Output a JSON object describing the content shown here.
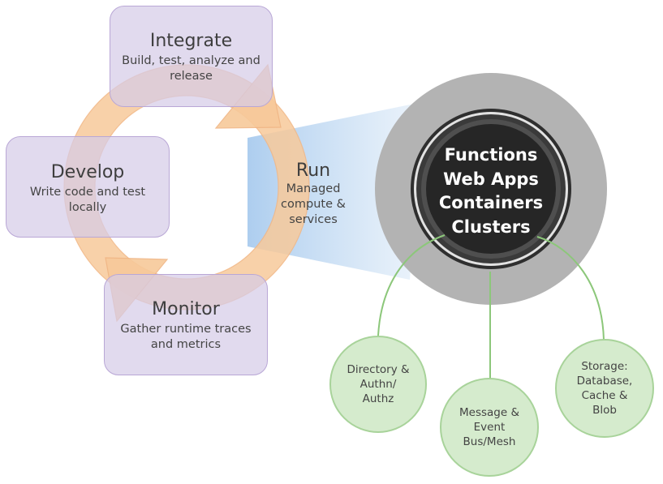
{
  "stages": {
    "integrate": {
      "title": "Integrate",
      "description": "Build, test, analyze and release"
    },
    "develop": {
      "title": "Develop",
      "description": "Write code and test locally"
    },
    "monitor": {
      "title": "Monitor",
      "description": "Gather runtime traces and metrics"
    },
    "run": {
      "title": "Run",
      "description": "Managed compute & services"
    }
  },
  "compute_core": {
    "items": [
      "Functions",
      "Web Apps",
      "Containers",
      "Clusters"
    ]
  },
  "services": [
    {
      "label": "Directory & Authn/ Authz"
    },
    {
      "label": "Message & Event Bus/Mesh"
    },
    {
      "label": "Storage: Database, Cache & Blob"
    }
  ],
  "colors": {
    "stage_box_fill": "#d6cce8",
    "stage_box_border": "#b9a7d6",
    "cycle_ring": "#f7c99a",
    "run_beam": "#a9cbee",
    "outer_disc": "#b3b3b3",
    "core_dark": "#2f2f2f",
    "service_fill": "#d5ebcd",
    "service_border": "#a8d39a",
    "connector": "#8cc77a"
  },
  "icons": [
    "cycle-arrow-icon"
  ]
}
